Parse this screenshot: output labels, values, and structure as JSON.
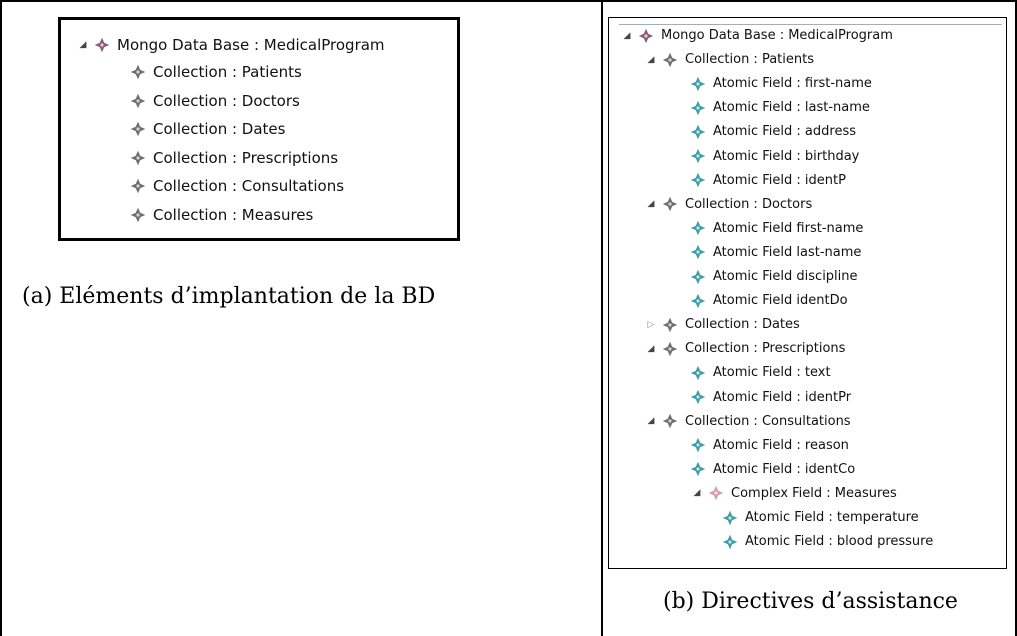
{
  "panel_a": {
    "root": "Mongo Data Base : MedicalProgram",
    "items": [
      "Collection : Patients",
      "Collection : Doctors",
      "Collection : Dates",
      "Collection : Prescriptions",
      "Collection : Consultations",
      "Collection : Measures"
    ]
  },
  "caption_a": "(a) Eléments d’implantation de la BD",
  "panel_b": {
    "rows": [
      {
        "label": "Mongo Data Base : MedicalProgram",
        "level": 0,
        "twisty": "open",
        "icon": "database-icon"
      },
      {
        "label": "Collection : Patients",
        "level": 1,
        "twisty": "open",
        "icon": "collection-icon"
      },
      {
        "label": "Atomic Field : first-name",
        "level": 2,
        "twisty": "none",
        "icon": "field-icon"
      },
      {
        "label": "Atomic Field : last-name",
        "level": 2,
        "twisty": "none",
        "icon": "field-icon"
      },
      {
        "label": "Atomic Field : address",
        "level": 2,
        "twisty": "none",
        "icon": "field-icon"
      },
      {
        "label": "Atomic Field : birthday",
        "level": 2,
        "twisty": "none",
        "icon": "field-icon"
      },
      {
        "label": "Atomic Field : identP",
        "level": 2,
        "twisty": "none",
        "icon": "field-icon"
      },
      {
        "label": "Collection : Doctors",
        "level": 1,
        "twisty": "open",
        "icon": "collection-icon"
      },
      {
        "label": "Atomic Field first-name",
        "level": 2,
        "twisty": "none",
        "icon": "field-icon"
      },
      {
        "label": "Atomic Field last-name",
        "level": 2,
        "twisty": "none",
        "icon": "field-icon"
      },
      {
        "label": "Atomic Field discipline",
        "level": 2,
        "twisty": "none",
        "icon": "field-icon"
      },
      {
        "label": "Atomic Field identDo",
        "level": 2,
        "twisty": "none",
        "icon": "field-icon"
      },
      {
        "label": "Collection : Dates",
        "level": 1,
        "twisty": "closed",
        "icon": "collection-icon"
      },
      {
        "label": "Collection : Prescriptions",
        "level": 1,
        "twisty": "open",
        "icon": "collection-icon"
      },
      {
        "label": "Atomic Field : text",
        "level": 2,
        "twisty": "none",
        "icon": "field-icon"
      },
      {
        "label": "Atomic Field : identPr",
        "level": 2,
        "twisty": "none",
        "icon": "field-icon"
      },
      {
        "label": "Collection : Consultations",
        "level": 1,
        "twisty": "open",
        "icon": "collection-icon"
      },
      {
        "label": "Atomic Field : reason",
        "level": 2,
        "twisty": "none",
        "icon": "field-icon"
      },
      {
        "label": "Atomic Field : identCo",
        "level": 2,
        "twisty": "none",
        "icon": "field-icon"
      },
      {
        "label": "Complex Field : Measures",
        "level": 2,
        "twisty": "open",
        "icon": "complex-field-icon"
      },
      {
        "label": "Atomic Field : temperature",
        "level": 3,
        "twisty": "none",
        "icon": "field-icon"
      },
      {
        "label": "Atomic Field : blood pressure",
        "level": 3,
        "twisty": "none",
        "icon": "field-icon"
      }
    ]
  },
  "caption_b": "(b) Directives d’assistance",
  "colors": {
    "database_icon": "#8c5a78",
    "collection_icon": "#6e6e6e",
    "field_icon": "#3f9ea8",
    "complex_field_icon": "#d79aa6"
  }
}
